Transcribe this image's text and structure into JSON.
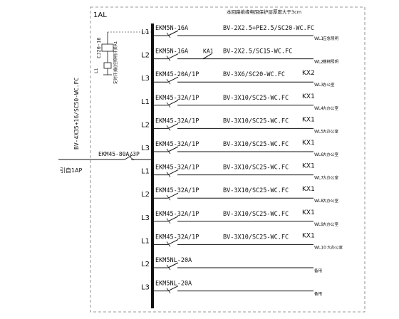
{
  "panel": {
    "name": "1AL"
  },
  "control": {
    "contactor": "CJ20-16",
    "light_control": "光控照明开关A1",
    "timer_switch": "定时开关",
    "line_l1": "L1"
  },
  "incoming": {
    "cable": "BV-4X35+16/SC50-WC.FC",
    "breaker": "EKM45-80A/3P",
    "source": "引自1AP"
  },
  "header_note": "本回路绝缘电阻保护层厚度大于3cm",
  "circuits": [
    {
      "phase": "L1",
      "breaker": "EKM5N-16A",
      "control": "",
      "cable": "BV-2X2.5+PE2.5/SC20-WC.FC",
      "kx": "",
      "id": "WL1",
      "load": "应急照明"
    },
    {
      "phase": "L2",
      "breaker": "EKM5N-16A",
      "control": "KA1",
      "cable": "BV-2X2.5/SC15-WC.FC",
      "kx": "",
      "id": "WL2",
      "load": "楼梯照明"
    },
    {
      "phase": "L3",
      "breaker": "EKM45-20A/1P",
      "control": "",
      "cable": "BV-3X6/SC20-WC.FC",
      "kx": "KX2",
      "id": "WL3",
      "load": "办公室"
    },
    {
      "phase": "L1",
      "breaker": "EKM45-32A/1P",
      "control": "",
      "cable": "BV-3X10/SC25-WC.FC",
      "kx": "KX1",
      "id": "WL4",
      "load": "大办公室"
    },
    {
      "phase": "L2",
      "breaker": "EKM45-32A/1P",
      "control": "",
      "cable": "BV-3X10/SC25-WC.FC",
      "kx": "KX1",
      "id": "WL5",
      "load": "大办公室"
    },
    {
      "phase": "L3",
      "breaker": "EKM45-32A/1P",
      "control": "",
      "cable": "BV-3X10/SC25-WC.FC",
      "kx": "KX1",
      "id": "WL6",
      "load": "大办公室"
    },
    {
      "phase": "L1",
      "breaker": "EKM45-32A/1P",
      "control": "",
      "cable": "BV-3X10/SC25-WC.FC",
      "kx": "KX1",
      "id": "WL7",
      "load": "大办公室"
    },
    {
      "phase": "L2",
      "breaker": "EKM45-32A/1P",
      "control": "",
      "cable": "BV-3X10/SC25-WC.FC",
      "kx": "KX1",
      "id": "WL8",
      "load": "大办公室"
    },
    {
      "phase": "L3",
      "breaker": "EKM45-32A/1P",
      "control": "",
      "cable": "BV-3X10/SC25-WC.FC",
      "kx": "KX1",
      "id": "WL9",
      "load": "大办公室"
    },
    {
      "phase": "L1",
      "breaker": "EKM45-32A/1P",
      "control": "",
      "cable": "BV-3X10/SC25-WC.FC",
      "kx": "KX1",
      "id": "WL10",
      "load": "大办公室"
    },
    {
      "phase": "L2",
      "breaker": "EKM5NL-20A",
      "control": "",
      "cable": "",
      "kx": "",
      "id": "",
      "load": "备用"
    },
    {
      "phase": "L3",
      "breaker": "EKM5NL-20A",
      "control": "",
      "cable": "",
      "kx": "",
      "id": "",
      "load": "备用"
    }
  ]
}
